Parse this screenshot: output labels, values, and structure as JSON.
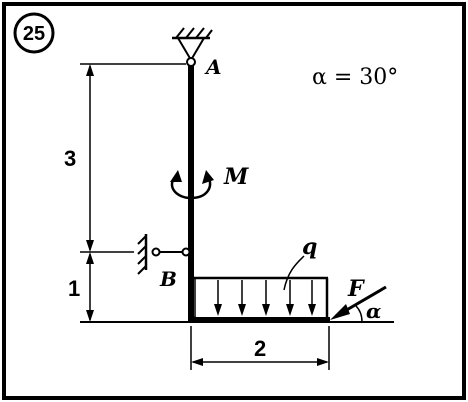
{
  "problem": {
    "number": "25"
  },
  "condition": {
    "text": "α = 30°"
  },
  "labels": {
    "point_a": "A",
    "point_b": "B",
    "moment": "M",
    "load": "q",
    "force": "F",
    "angle": "α"
  },
  "dimensions": {
    "upper_height": "3",
    "lower_height": "1",
    "horizontal_length": "2"
  },
  "colors": {
    "ink": "#000000",
    "paper": "#ffffff"
  }
}
